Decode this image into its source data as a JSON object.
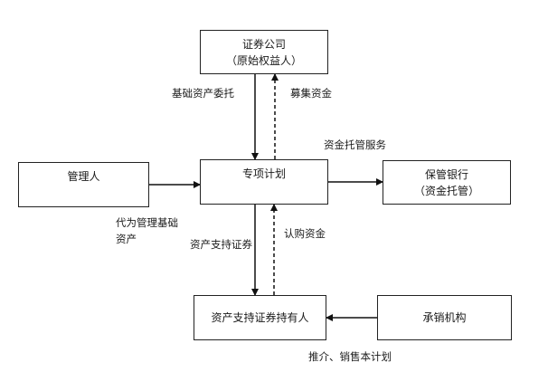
{
  "boxes": {
    "securities_company": {
      "line1": "证券公司",
      "line2": "（原始权益人）"
    },
    "manager": {
      "line1": "管理人"
    },
    "special_plan": {
      "line1": "专项计划"
    },
    "custodian_bank": {
      "line1": "保管银行",
      "line2": "（资金托管）"
    },
    "holders": {
      "line1": "资产支持证券持有人"
    },
    "underwriter": {
      "line1": "承销机构"
    }
  },
  "labels": {
    "entrust_assets": "基础资产委托",
    "raise_funds": "募集资金",
    "custody_service": "资金托管服务",
    "manage_on_behalf_1": "代为管理基础",
    "manage_on_behalf_2": "资产",
    "abs_securities": "资产支持证券",
    "subscription_funds": "认购资金",
    "promote_sell": "推介、销售本计划"
  }
}
